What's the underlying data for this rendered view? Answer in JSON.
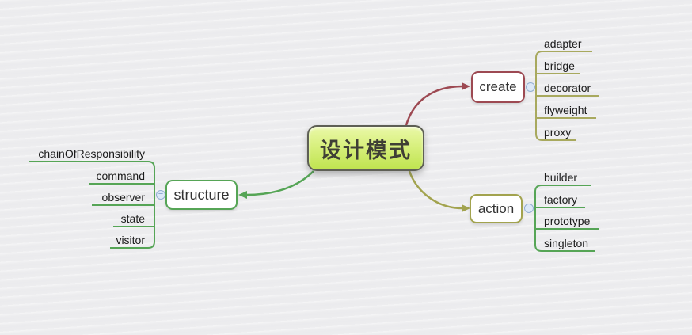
{
  "root": {
    "label": "设计模式"
  },
  "branches": [
    {
      "label": "create",
      "children": [
        "adapter",
        "bridge",
        "decorator",
        "flyweight",
        "proxy"
      ]
    },
    {
      "label": "action",
      "children": [
        "builder",
        "factory",
        "prototype",
        "singleton"
      ]
    },
    {
      "label": "structure",
      "children": [
        "chainOfResponsibility",
        "command",
        "observer",
        "state",
        "visitor"
      ]
    }
  ],
  "icons": {
    "collapse_glyph": "−"
  },
  "colors": {
    "background": "#ededef",
    "root_fill_top": "#eaf8a8",
    "root_fill_bottom": "#bfe44f",
    "root_border": "#5e5f55",
    "root_text": "#3f3f35",
    "create_branch": "#9d4952",
    "create_children_lines": "#a8a95e",
    "action_branch": "#a2a34e",
    "action_children_lines": "#56a556",
    "structure_branch": "#56a556",
    "structure_children_lines": "#56a556",
    "node_background": "#ffffff",
    "child_text": "#1b1b1b",
    "collapse_fill": "#dce8f7",
    "collapse_border": "#93afd3"
  }
}
